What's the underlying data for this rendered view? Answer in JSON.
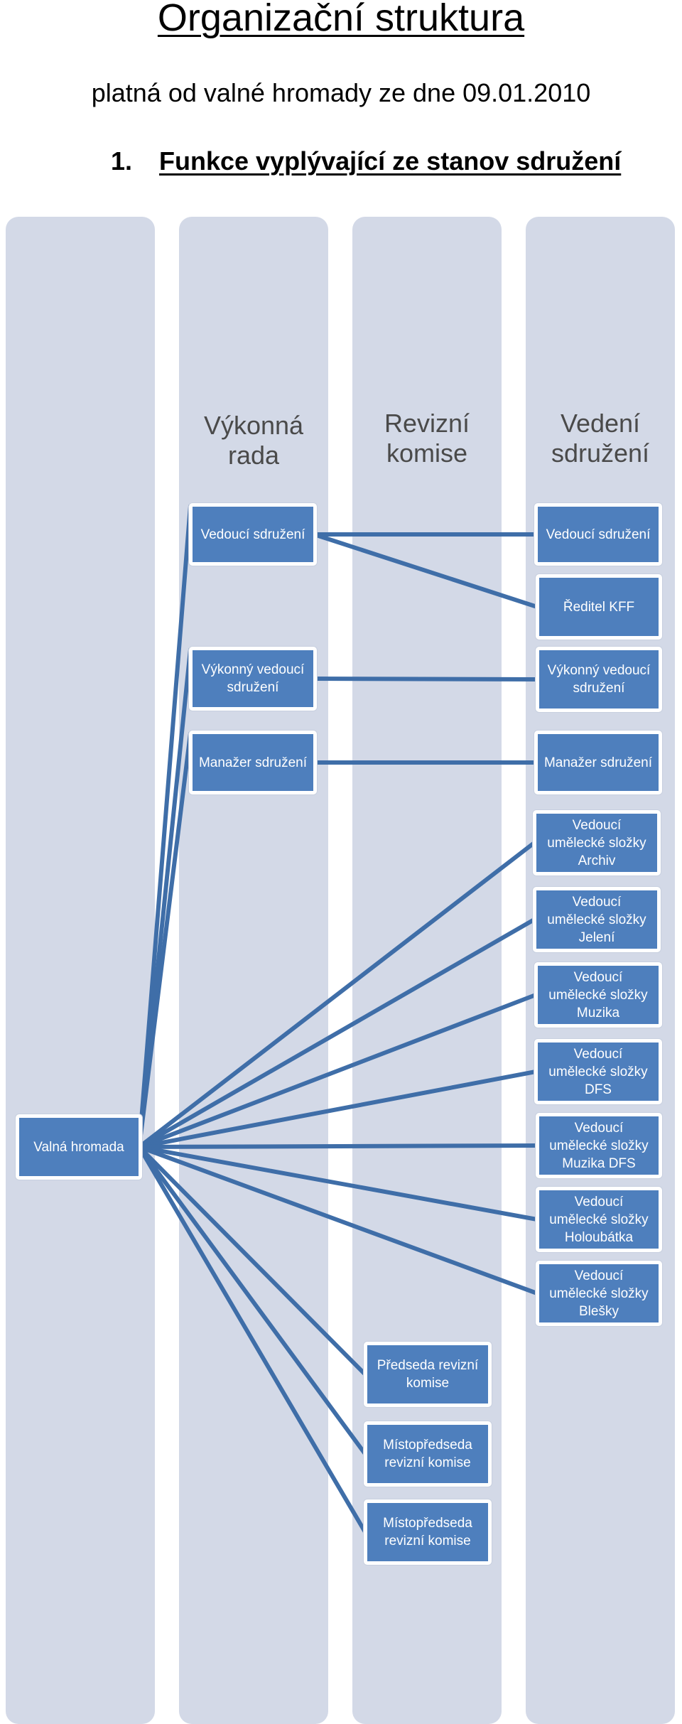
{
  "title": "Organizační struktura",
  "subtitle": "platná od valné hromady ze dne 09.01.2010",
  "section": {
    "number": "1.",
    "text": "Funkce vyplývající ze stanov sdružení"
  },
  "lanes": [
    {
      "header": ""
    },
    {
      "header": "Výkonná\nrada"
    },
    {
      "header": "Revizní\nkomise"
    },
    {
      "header": "Vedení\nsdružení"
    }
  ],
  "nodes": {
    "root": "Valná hromada",
    "vr_vedouci": "Vedoucí sdružení",
    "vr_vykonny": "Výkonný vedoucí\nsdružení",
    "vr_manazer": "Manažer sdružení",
    "rk_predseda": "Předseda revizní\nkomise",
    "rk_mistopredseda_1": "Místopředseda\nrevizní komise",
    "rk_mistopredseda_2": "Místopředseda\nrevizní komise",
    "vs_vedouci": "Vedoucí sdružení",
    "vs_reditel": "Ředitel KFF",
    "vs_vykonny": "Výkonný vedoucí\nsdružení",
    "vs_manazer": "Manažer sdružení",
    "vs_archiv": "Vedoucí\numělecké složky\nArchiv",
    "vs_jeleni": "Vedoucí\numělecké složky\nJelení",
    "vs_muzika": "Vedoucí\numělecké složky\nMuzika",
    "vs_dfs": "Vedoucí\numělecké složky\nDFS",
    "vs_muzika_dfs": "Vedoucí\numělecké složky\nMuzika DFS",
    "vs_holoubatka": "Vedoucí\numělecké složky\nHoloubátka",
    "vs_blesky": "Vedoucí\numělecké složky\nBlešky"
  },
  "connections": [
    [
      "root",
      "vr_vedouci"
    ],
    [
      "root",
      "vr_vykonny"
    ],
    [
      "root",
      "vr_manazer"
    ],
    [
      "root",
      "vs_archiv"
    ],
    [
      "root",
      "vs_jeleni"
    ],
    [
      "root",
      "vs_muzika"
    ],
    [
      "root",
      "vs_dfs"
    ],
    [
      "root",
      "vs_muzika_dfs"
    ],
    [
      "root",
      "vs_holoubatka"
    ],
    [
      "root",
      "vs_blesky"
    ],
    [
      "root",
      "rk_predseda"
    ],
    [
      "root",
      "rk_mistopredseda_1"
    ],
    [
      "root",
      "rk_mistopredseda_2"
    ],
    [
      "vr_vedouci",
      "vs_vedouci"
    ],
    [
      "vr_vedouci",
      "vs_reditel"
    ],
    [
      "vr_vykonny",
      "vs_vykonny"
    ],
    [
      "vr_manazer",
      "vs_manazer"
    ]
  ],
  "colors": {
    "lane": "#d3d9e7",
    "box": "#4e7fbd",
    "line": "#3f6ea8",
    "header": "#4a4a4a"
  }
}
